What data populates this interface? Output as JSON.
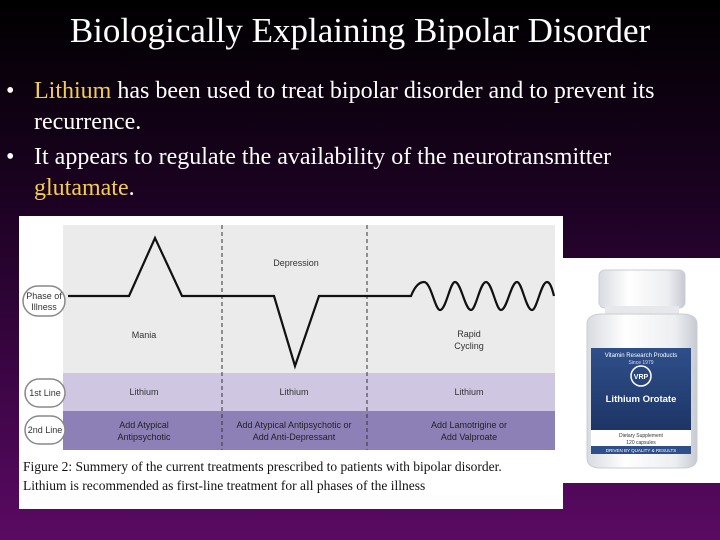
{
  "slide": {
    "title": "Biologically Explaining Bipolar Disorder",
    "bullets": [
      {
        "highlight": "Lithium",
        "rest": " has been used to treat bipolar disorder and to prevent its recurrence."
      },
      {
        "lead": "It appears to regulate the availability of the neurotransmitter ",
        "highlight": "glutamate",
        "end": "."
      }
    ]
  },
  "figure": {
    "row_labels": {
      "phase_line1": "Phase of",
      "phase_line2": "Illness",
      "first_line": "1st Line",
      "second_line": "2nd Line"
    },
    "phases": {
      "mania": "Mania",
      "depression": "Depression",
      "rapid_line1": "Rapid",
      "rapid_line2": "Cycling"
    },
    "first_line_row": [
      "Lithium",
      "Lithium",
      "Lithium"
    ],
    "second_line_row": [
      [
        "Add Atypical",
        "Antipsychotic"
      ],
      [
        "Add Atypical Antipsychotic or",
        "Add Anti-Depressant"
      ],
      [
        "Add Lamotrigine or",
        "Add Valproate"
      ]
    ],
    "caption_line1": "Figure 2: Summery of the current treatments prescribed to patients with bipolar disorder.",
    "caption_line2": "Lithium is recommended as first-line treatment for all phases of the illness"
  },
  "bottle": {
    "brand": "Vitamin Research Products",
    "since": "Since 1979",
    "product": "Lithium Orotate",
    "supplement": "Dietary Supplement",
    "capsules": "120 capsules",
    "tagline": "DRIVEN BY QUALITY & RESULTS"
  },
  "colors": {
    "accent_text": "#f2cd4f",
    "band_first_line": "#cfc6e2",
    "band_second_line": "#8c80b7",
    "chart_bg": "#ebebeb"
  }
}
